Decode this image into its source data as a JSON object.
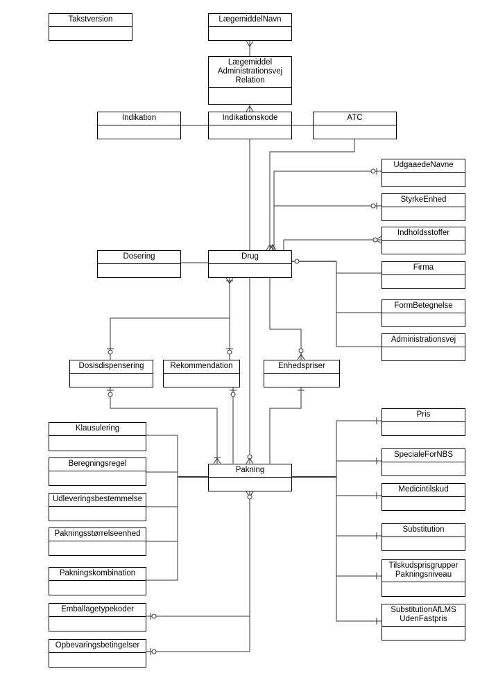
{
  "entities": {
    "takstversion": "Takstversion",
    "laegemiddelnavn": "LægemiddelNavn",
    "admvejrel": "Lægemiddel\nAdministrationsvej\nRelation",
    "indikation": "Indikation",
    "indikationskode": "Indikationskode",
    "atc": "ATC",
    "udgaaede": "UdgaaedeNavne",
    "styrke": "StyrkeEnhed",
    "indhold": "Indholdsstoffer",
    "dosering": "Dosering",
    "drug": "Drug",
    "firma": "Firma",
    "form": "FormBetegnelse",
    "admvej": "Administrationsvej",
    "dosisdisp": "Dosisdispensering",
    "rekommendation": "Rekommendation",
    "enhedspriser": "Enhedspriser",
    "pris": "Pris",
    "klausulering": "Klausulering",
    "specialefornbs": "SpecialeForNBS",
    "beregningsregel": "Beregningsregel",
    "pakning": "Pakning",
    "medicintilskud": "Medicintilskud",
    "udlevering": "Udleveringsbestemmelse",
    "pakstoerrelse": "Pakningsstørrelseenhed",
    "substitution": "Substitution",
    "pakkomb": "Pakningskombination",
    "tilskudspris": "Tilskudsprisgrupper\nPakningsniveau",
    "emballage": "Emballagetypekoder",
    "substafl": "SubstitutionAfLMS\nUdenFastpris",
    "opbevaring": "Opbevaringsbetingelser"
  }
}
